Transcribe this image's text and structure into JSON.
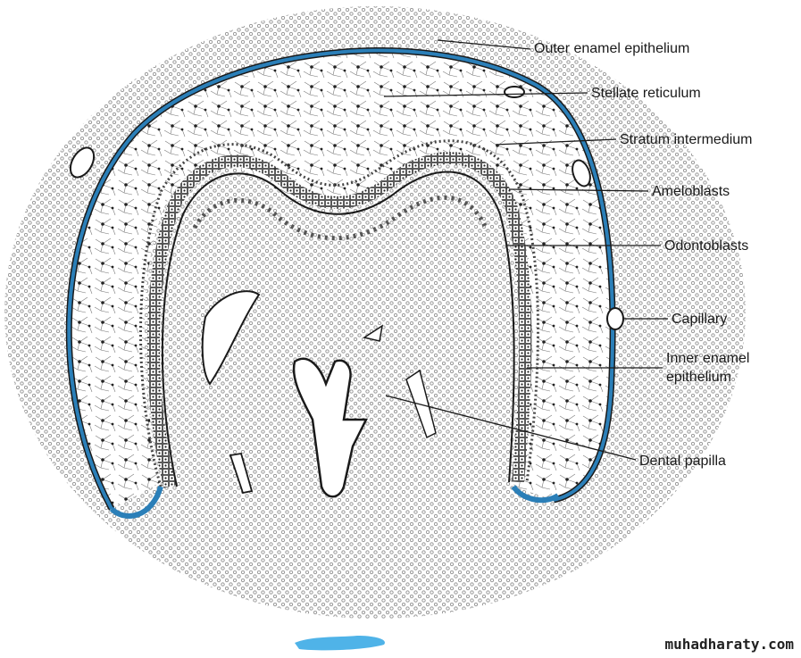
{
  "labels": {
    "outer_enamel": "Outer enamel epithelium",
    "stellate": "Stellate reticulum",
    "stratum": "Stratum intermedium",
    "ameloblasts": "Ameloblasts",
    "odontoblasts": "Odontoblasts",
    "capillary": "Capillary",
    "inner_enamel_line1": "Inner enamel",
    "inner_enamel_line2": "epithelium",
    "dental_papilla": "Dental papilla"
  },
  "watermark": "muhadharaty.com",
  "colors": {
    "epithelium_blue": "#2b7fb8",
    "ink": "#1a1a1a",
    "stipple": "#9a9a9a",
    "watermark_splash": "#4fb3e8"
  }
}
